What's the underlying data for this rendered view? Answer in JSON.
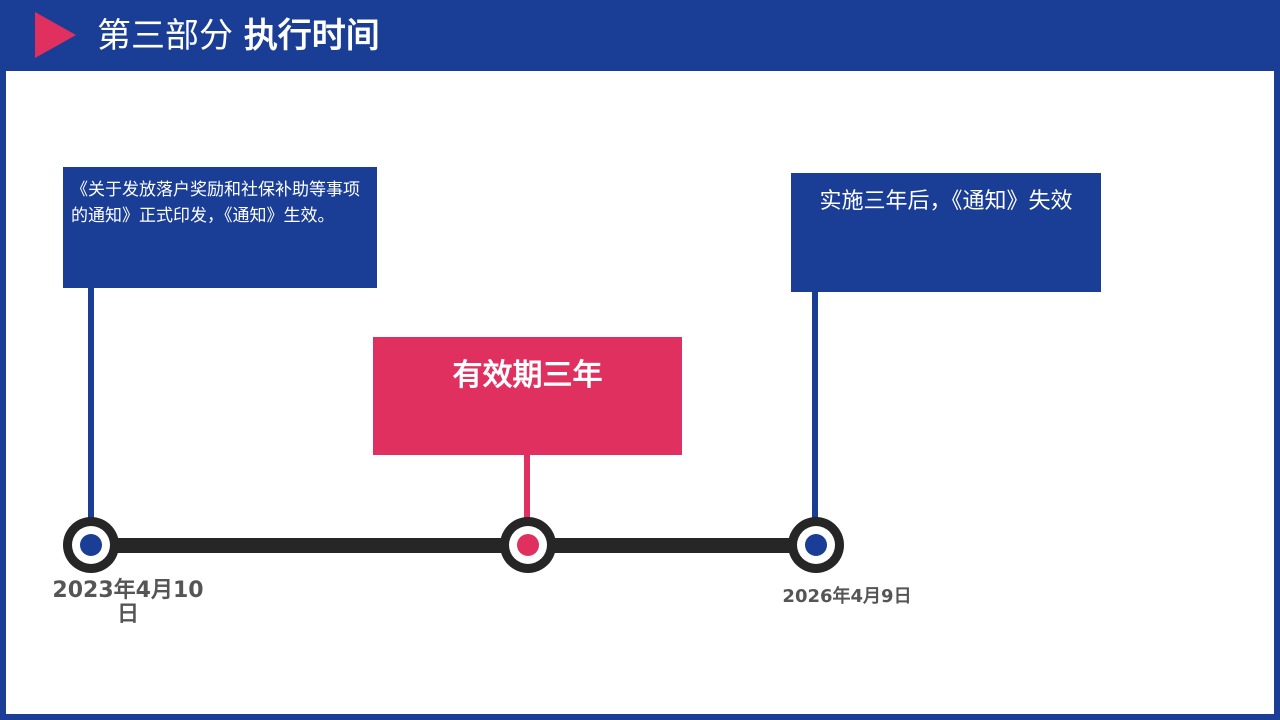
{
  "header": {
    "title_light": "第三部分",
    "title_bold": "执行时间"
  },
  "timeline": {
    "start": {
      "text": "《关于发放落户奖励和社保补助等事项的通知》正式印发，《通知》生效。",
      "date": "2023年4月10日"
    },
    "middle": {
      "text": "有效期三年"
    },
    "end": {
      "text": "实施三年后，《通知》失效",
      "date": "2026年4月9日"
    }
  },
  "colors": {
    "blue": "#1a3d96",
    "pink": "#e03060",
    "dark": "#262626"
  }
}
